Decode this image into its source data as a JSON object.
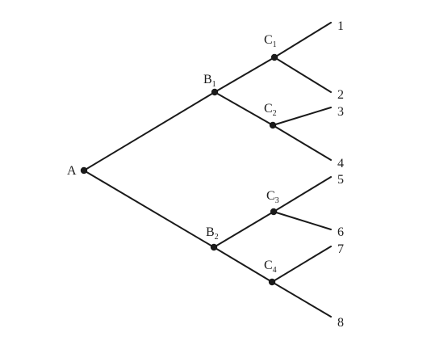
{
  "nodes": {
    "A": {
      "label": "A"
    },
    "B1": {
      "label": "B",
      "sub": "1"
    },
    "B2": {
      "label": "B",
      "sub": "2"
    },
    "C1": {
      "label": "C",
      "sub": "1"
    },
    "C2": {
      "label": "C",
      "sub": "2"
    },
    "C3": {
      "label": "C",
      "sub": "3"
    },
    "C4": {
      "label": "C",
      "sub": "4"
    }
  },
  "leaves": [
    "1",
    "2",
    "3",
    "4",
    "5",
    "6",
    "7",
    "8"
  ],
  "edges": [
    [
      "A",
      "B1"
    ],
    [
      "A",
      "B2"
    ],
    [
      "B1",
      "C1"
    ],
    [
      "B1",
      "C2"
    ],
    [
      "B2",
      "C3"
    ],
    [
      "B2",
      "C4"
    ],
    [
      "C1",
      "L1"
    ],
    [
      "C1",
      "L2"
    ],
    [
      "C2",
      "L3"
    ],
    [
      "C2",
      "L4"
    ],
    [
      "C3",
      "L5"
    ],
    [
      "C3",
      "L6"
    ],
    [
      "C4",
      "L7"
    ],
    [
      "C4",
      "L8"
    ]
  ]
}
